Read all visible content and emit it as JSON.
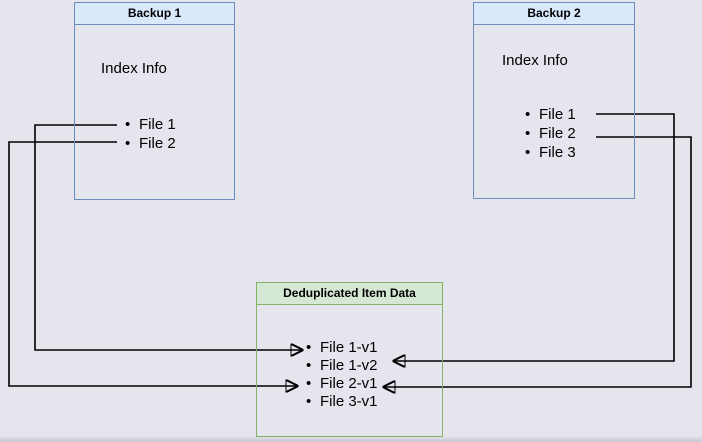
{
  "colors": {
    "background": "#e5e5ee",
    "blue_border": "#6c8ebf",
    "blue_fill": "#dae8fc",
    "green_border": "#82b366",
    "green_fill": "#d5e8d4",
    "connector": "#000000"
  },
  "nodes": {
    "backup1": {
      "title": "Backup 1",
      "label": "Index Info",
      "items": [
        "File 1",
        "File 2"
      ]
    },
    "backup2": {
      "title": "Backup 2",
      "label": "Index Info",
      "items": [
        "File 1",
        "File 2",
        "File 3"
      ]
    },
    "dedup": {
      "title": "Deduplicated Item Data",
      "items": [
        "File 1-v1",
        "File 1-v2",
        "File 2-v1",
        "File 3-v1"
      ]
    }
  },
  "connections": [
    {
      "from": "Backup 1 · File 1",
      "to": "File 1-v1"
    },
    {
      "from": "Backup 1 · File 2",
      "to": "File 2-v1"
    },
    {
      "from": "Backup 2 · File 1",
      "to": "File 1-v2"
    },
    {
      "from": "Backup 2 · File 2",
      "to": "File 2-v1"
    }
  ]
}
